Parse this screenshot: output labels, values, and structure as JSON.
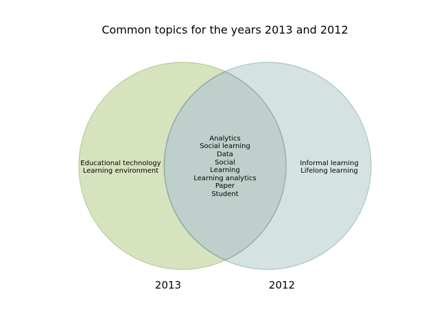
{
  "title": "Common topics for the years 2013 and 2012",
  "colors": {
    "left_fill": "#c9d9a8",
    "left_stroke": "#b8cc94",
    "right_fill": "#c3d6d6",
    "right_stroke": "#a9c4c2",
    "overlap_fill": "#bfd0cc",
    "overlap_stroke": "#8aa79c"
  },
  "sets": [
    {
      "name": "2013",
      "only_items": [
        "Educational technology",
        "Learning environment"
      ]
    },
    {
      "name": "2012",
      "only_items": [
        "Informal learning",
        "Lifelong learning"
      ]
    }
  ],
  "shared_items": [
    "Analytics",
    "Social learning",
    "Data",
    "Social",
    "Learning",
    "Learning analytics",
    "Paper",
    "Student"
  ]
}
